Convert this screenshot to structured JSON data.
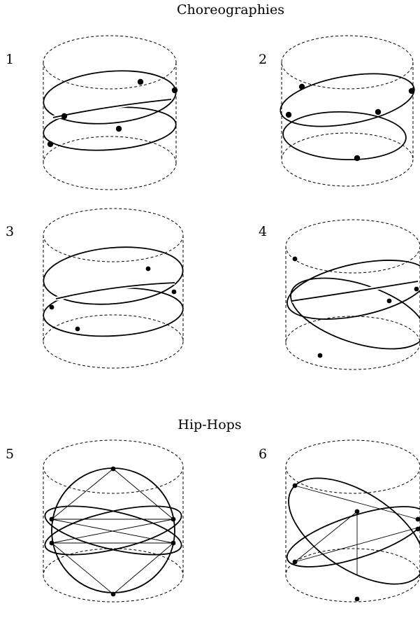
{
  "titles": {
    "choreographies": "Choreographies",
    "hiphops": "Hip-Hops"
  },
  "panels": [
    {
      "label": "1"
    },
    {
      "label": "2"
    },
    {
      "label": "3"
    },
    {
      "label": "4"
    },
    {
      "label": "5"
    },
    {
      "label": "6"
    }
  ]
}
